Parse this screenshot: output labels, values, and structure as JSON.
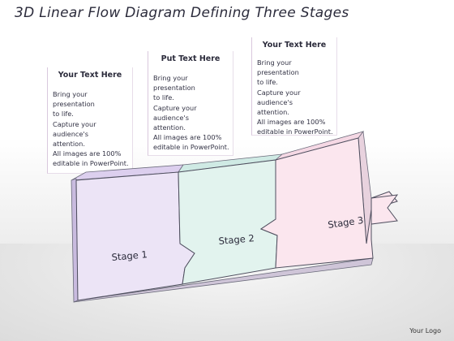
{
  "title": "3D Linear Flow Diagram Defining Three Stages",
  "notes": [
    {
      "heading": "Your Text Here",
      "body": "Bring your presentation\nto life.\nCapture your audience's\nattention.\nAll images are 100%\neditable in PowerPoint."
    },
    {
      "heading": "Put Text Here",
      "body": "Bring your presentation\nto life.\nCapture your audience's\nattention.\nAll images are 100%\neditable in PowerPoint."
    },
    {
      "heading": "Your Text Here",
      "body": "Bring your presentation\nto life.\nCapture your audience's\nattention.\nAll images are 100%\neditable in PowerPoint."
    }
  ],
  "stages": [
    {
      "label": "Stage 1",
      "color": "#ece4f6"
    },
    {
      "label": "Stage 2",
      "color": "#e2f3ee"
    },
    {
      "label": "Stage 3",
      "color": "#fbe6ee"
    }
  ],
  "logo": "Your Logo"
}
